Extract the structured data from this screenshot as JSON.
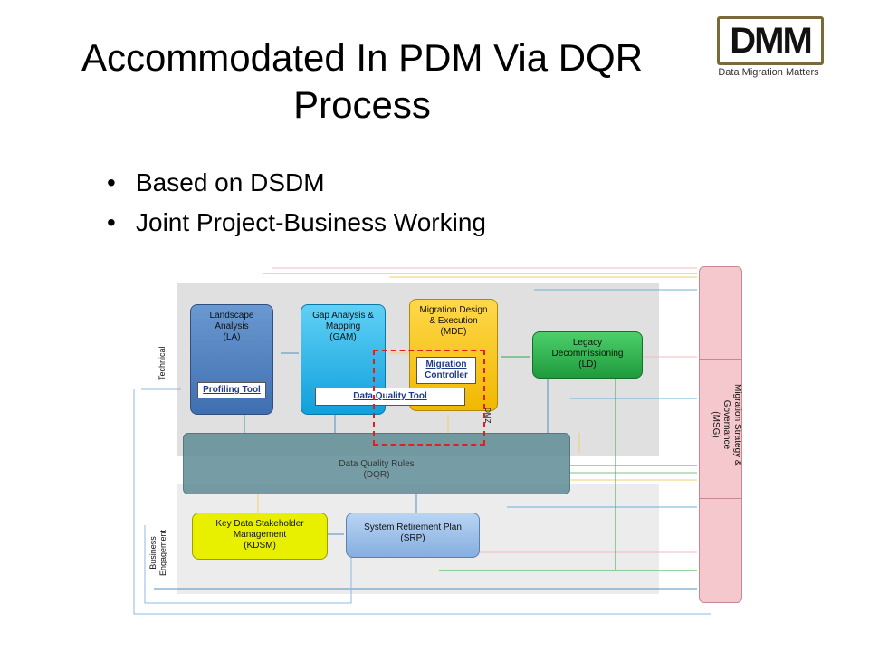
{
  "slide": {
    "title_line1": "Accommodated In PDM Via DQR",
    "title_line2": "Process",
    "bullets": [
      "Based on DSDM",
      "Joint Project-Business Working"
    ]
  },
  "logo": {
    "mark": "DMM",
    "tagline": "Data Migration Matters"
  },
  "diagram": {
    "zones": {
      "technical_label": "Technical",
      "business_label": "Business\nEngagement"
    },
    "boxes": {
      "la": "Landscape\nAnalysis\n(LA)",
      "gam": "Gap Analysis &\nMapping\n(GAM)",
      "mde": "Migration Design\n& Execution\n(MDE)",
      "ld": "Legacy\nDecommissioning\n(LD)",
      "dqr": "Data Quality Rules\n(DQR)",
      "kdsm": "Key Data Stakeholder\nManagement\n(KDSM)",
      "srp": "System Retirement Plan\n(SRP)",
      "msg": "Migration Strategy &\nGovernance\n(MSG)"
    },
    "tools": {
      "profiling": "Profiling Tool",
      "dq": "Data Quality Tool",
      "migration_controller": "Migration\nController"
    },
    "dmz_label": "DMZ",
    "colors": {
      "la": "#4f81bd",
      "gam": "#1fb4ea",
      "mde": "#f5c400",
      "ld": "#2eaa4a",
      "dqr": "#5f8c96",
      "kdsm": "#e8f000",
      "srp": "#9dbfe6",
      "msg": "#f4c8cc",
      "dmz": "#e02020"
    }
  }
}
